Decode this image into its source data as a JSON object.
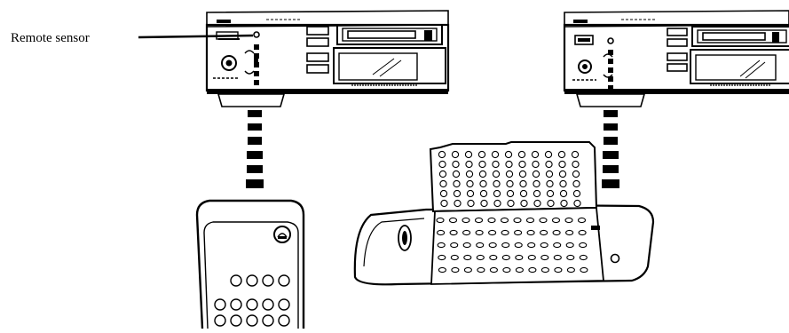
{
  "diagram": {
    "remote_sensor_label": "Remote sensor",
    "remote_small_button_rows": [
      4,
      5,
      5
    ],
    "keyboard_grid": {
      "rows": 11,
      "cols": 12
    },
    "colors": {
      "ink": "#000000",
      "paper": "#ffffff",
      "shade": "#dddddd"
    }
  }
}
